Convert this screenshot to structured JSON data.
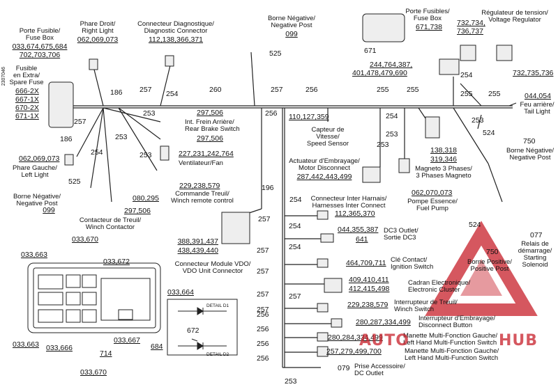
{
  "doc_id": "2307046",
  "labels": {
    "fuse_box_left": "Porte Fusible/\nFuse Box",
    "fuse_box_left_num1": "033,674,675,684",
    "fuse_box_left_num2": "702,703,706",
    "spare_fuse": "Fusible\nen Extra/\nSpare Fuse",
    "spare_fuse_list": [
      "666-2X",
      "667-1X",
      "670-2X",
      "671-1X"
    ],
    "right_light": "Phare Droit/\nRight Light",
    "right_light_num": "062,069,073",
    "diag_conn": "Connecteur Diagnostique/\nDiagnostic Connector",
    "diag_conn_num": "112,138,366,371",
    "neg_post_top": "Borne Négative/\nNegative Post",
    "neg_post_top_num": "099",
    "neg_post_top_ref": "525",
    "fuse_box_right": "Porte Fusibles/\nFuse Box",
    "fuse_box_right_num": "671,738",
    "fuse_box_right_ref": "671",
    "volt_reg": "Régulateur de tension/\nVoltage Regulator",
    "volt_reg_num1": "732,734,",
    "volt_reg_num2": "736,737",
    "volt_reg_num3": "732,735,736",
    "hub_num1": "244,764,387,",
    "hub_num2": "401,478,479,690",
    "tail_light_num": "044,054",
    "tail_light": "Feu arrière/\nTail Light",
    "rear_brake_num1": "297,506",
    "rear_brake": "Int. Frein Arrière/\nRear Brake Switch",
    "rear_brake_num2": "297,506",
    "speed_sensor_num": "110,127,359",
    "speed_sensor": "Capteur de\nVitesse/\nSpeed Sensor",
    "fan_num": "227,231,242,764",
    "fan": "Ventilateur/Fan",
    "left_light_num": "062,069,073",
    "left_light": "Phare Gauche/\nLeft Light",
    "winch_remote_num": "229,238,579",
    "winch_remote": "Commande Treuil/\nWinch remote control",
    "neg_post_left_ref": "525",
    "neg_post_left": "Borne Négative/\nNegative Post",
    "neg_post_left_num": "099",
    "winch_contactor_num1": "080,295",
    "winch_contactor_num2": "297,506",
    "winch_contactor": "Contacteur de Treuil/\nWinch Contactor",
    "clutch_actuator": "Actuateur d'Embrayage/\nMotor Disconnect",
    "clutch_actuator_num": "287,442,443,499",
    "mag_num1": "138,318",
    "mag_num2": "319,346",
    "magneto": "Magneto 3 Phases/\n3 Phases Magneto",
    "fuel_pump_num": "062,070,073",
    "fuel_pump": "Pompe Essence/\nFuel Pump",
    "neg_post_right_ref": "750",
    "neg_post_right": "Borne Négative/\nNegative Post",
    "ref_524_a": "524",
    "ref_524_b": "524",
    "vdo_num1": "388,391,437",
    "vdo_num2": "438,439,440",
    "vdo": "Connecteur Module VDO/\nVDO Unit Connector",
    "harness_conn": "Connecteur Inter Harnais/\nHarnesses Inter Connect",
    "harness_conn_num": "112,365,370",
    "dc3_num": "044,355,387",
    "dc3": "DC3 Outlet/\nSortie DC3",
    "dc3_ref": "641",
    "ign_num": "464,709,711",
    "ign": "Clé Contact/\nIgnition Switch",
    "cluster_num1": "409,410,411",
    "cluster_num2": "412,415,498",
    "cluster": "Cadran Electronique/\nElectronic Cluster",
    "winch_sw_num": "229,238,579",
    "winch_sw": "Interrupteur de Treuil/\nWinch Switch",
    "disc_btn_num": "280,287,334,499",
    "disc_btn": "Interrupteur d'Embrayage/\nDisconnect Button",
    "lh_multi_num": "280,284,334,499",
    "lh_multi": "Manette Multi-Fonction Gauche/\nLeft Hand Multi-Function Switch",
    "rh_multi_num": "257,279,499,700",
    "rh_multi": "Manette Multi-Fonction Gauche/\nLeft Hand Multi-Function Switch",
    "dc_outlet_ref": "079",
    "dc_outlet": "Prise Accessoire/\nDC Outlet",
    "pos_post_ref": "750",
    "pos_post": "Borne Positive/\nPositive Post",
    "starting_ref": "077",
    "starting": "Relais de\ndémarrage/\nStarting\nSolenoid",
    "fb_033670_top": "033,670",
    "fb_033663_top": "033,663",
    "fb_033672": "033,672",
    "fb_033664": "033,664",
    "fb_033667": "033,667",
    "fb_033663_bot": "033,663",
    "fb_033666": "033,666",
    "fb_714": "714",
    "fb_684": "684",
    "fb_033670_bot": "033,670",
    "det_672": "672",
    "detail_d1": "DETAIL D1",
    "detail_d2": "DETAIL D2"
  },
  "segments": [
    "186",
    "257",
    "254",
    "260",
    "257",
    "256",
    "255",
    "255",
    "254",
    "255",
    "255",
    "253",
    "253",
    "257",
    "186",
    "253",
    "254",
    "253",
    "256",
    "254",
    "253",
    "196",
    "253",
    "254",
    "257",
    "257",
    "257",
    "257",
    "254",
    "257",
    "254",
    "257",
    "256",
    "256",
    "256",
    "256",
    "253"
  ],
  "watermark": {
    "text1": "AUTO",
    "text2": "HUB",
    "color": "#c8202a"
  }
}
